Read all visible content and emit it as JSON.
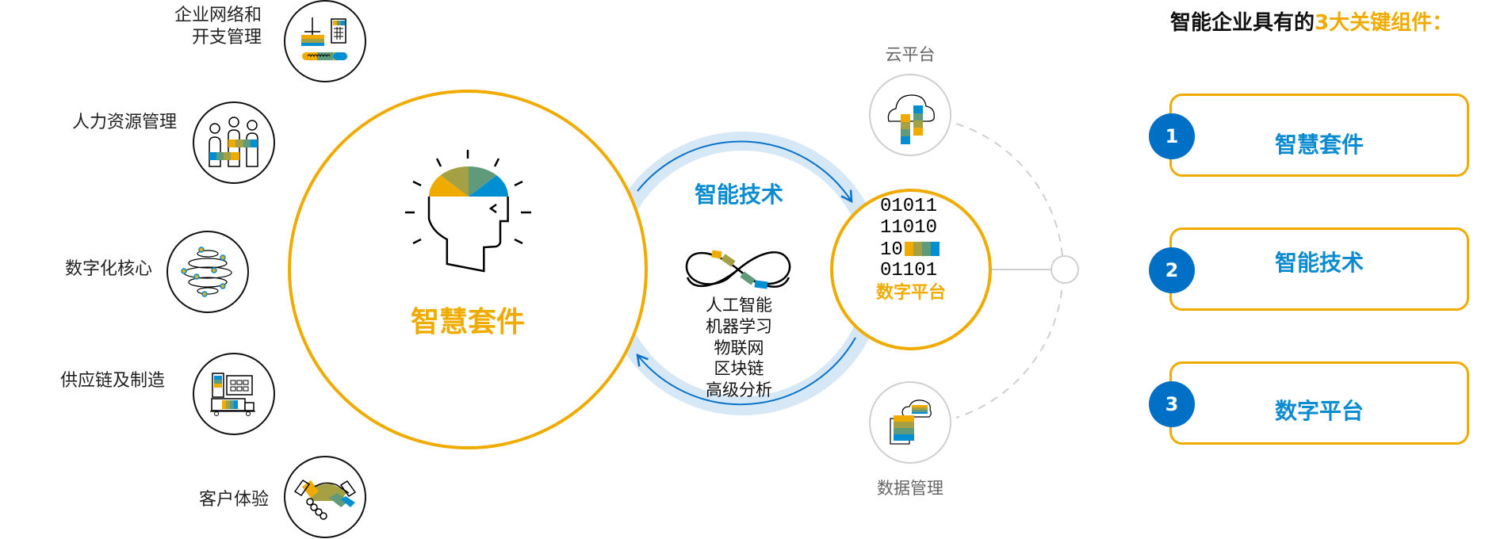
{
  "left_modules": [
    {
      "lines": [
        "企业网络和",
        "开支管理"
      ],
      "icon": "network-spend-icon"
    },
    {
      "lines": [
        "人力资源管理"
      ],
      "icon": "people-icon"
    },
    {
      "lines": [
        "数字化核心"
      ],
      "icon": "digital-core-icon"
    },
    {
      "lines": [
        "供应链及制造"
      ],
      "icon": "supply-chain-icon"
    },
    {
      "lines": [
        "客户体验"
      ],
      "icon": "handshake-icon"
    }
  ],
  "suite": {
    "title": "智慧套件",
    "icon": "head-lightbulb-icon"
  },
  "tech": {
    "title": "智能技术",
    "items": [
      "人工智能",
      "机器学习",
      "物联网",
      "区块链",
      "高级分析"
    ],
    "icon": "infinity-icon"
  },
  "platform": {
    "binary": [
      "01011",
      "11010",
      "10",
      "01101"
    ],
    "title": "数字平台"
  },
  "satellites": {
    "cloud": "云平台",
    "data": "数据管理"
  },
  "panel": {
    "title_black": "智能企业具有的",
    "title_orange": "3大关键组件：",
    "items": [
      {
        "number": "1",
        "label": "智慧套件"
      },
      {
        "number": "2",
        "label": "智能技术"
      },
      {
        "number": "3",
        "label": "数字平台"
      }
    ]
  },
  "colors": {
    "orange": "#f0ab00",
    "olive": "#a5a044",
    "green": "#5f9a7b",
    "blue": "#008fd3",
    "ring": "#d6e8f6",
    "arrow": "#0a73c8",
    "badge": "#0070c6",
    "panel_text": "#0b8bd0"
  }
}
